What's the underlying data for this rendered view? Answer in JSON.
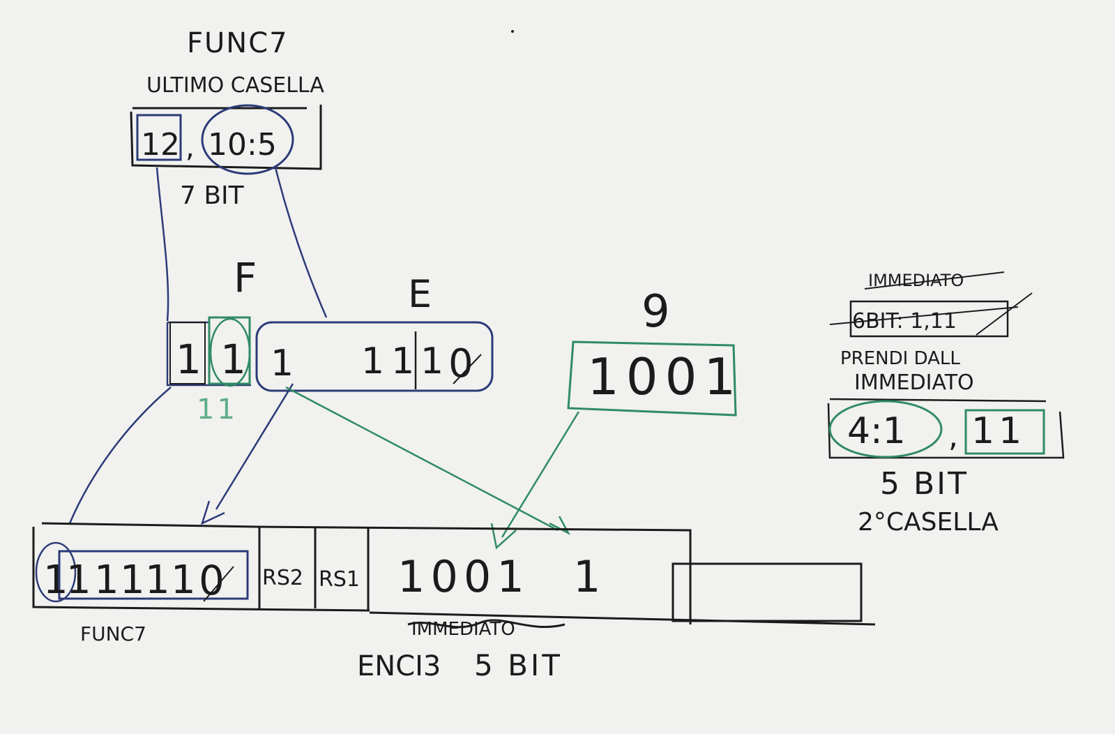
{
  "palette": {
    "ink": "#1b1b1b",
    "navy": "#2c3a78",
    "green": "#2f8a66",
    "paper": "#f1f1ef"
  },
  "func7_top": {
    "title": "FUNC7",
    "subtitle": "ULTIMO CASELLA",
    "cell_a": "12",
    "sep": ",",
    "cell_b": "10:5",
    "size": "7 BIT"
  },
  "label_f": "F",
  "label_e": "E",
  "label_9": "9",
  "middle_register": {
    "bit_a": "1",
    "bit_b": "1",
    "bits_c": "1",
    "bits_d": "11",
    "bit_e": "1",
    "bit_f": "0",
    "under_note": "11"
  },
  "nine_box": {
    "value": "1001"
  },
  "imm_note": {
    "struck_word": "IMMEDIATO",
    "struck_range": "6BIT: 1,11",
    "line1": "PRENDI DALL",
    "line2": "IMMEDIATO",
    "cell_a": "4:1",
    "sep": ",",
    "cell_b": "11",
    "size": "5 BIT",
    "position": "2°CASELLA"
  },
  "bottom_register": {
    "func7_bits": [
      "1",
      "1",
      "1",
      "1",
      "1",
      "1",
      "0"
    ],
    "rs2": "RS2",
    "rs1": "RS1",
    "value_bits": "1001",
    "last_bit": "1",
    "func7_label": "FUNC7",
    "struck_note": "IMMEDIATO",
    "size_label_a": "ENCI3",
    "size_label_b": "5 BIT"
  }
}
